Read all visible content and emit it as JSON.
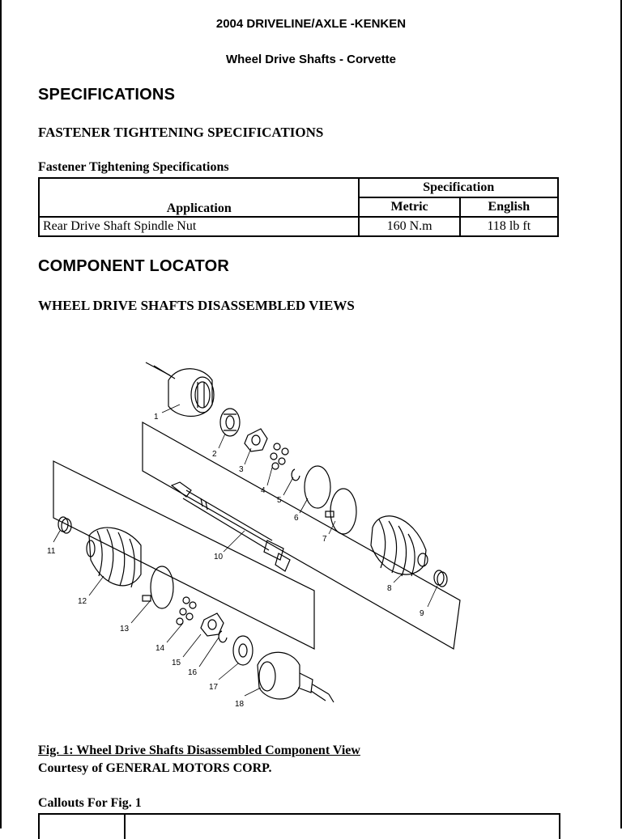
{
  "header": {
    "title": "2004 DRIVELINE/AXLE -KENKEN",
    "subtitle": "Wheel Drive Shafts - Corvette"
  },
  "sections": {
    "specifications": "SPECIFICATIONS",
    "fastener_specs_heading": "FASTENER TIGHTENING SPECIFICATIONS",
    "table_caption": "Fastener Tightening Specifications",
    "component_locator": "COMPONENT LOCATOR",
    "disassembled_views": "WHEEL DRIVE SHAFTS DISASSEMBLED VIEWS"
  },
  "spec_table": {
    "col_application": "Application",
    "col_specification": "Specification",
    "col_metric": "Metric",
    "col_english": "English",
    "rows": [
      {
        "application": "Rear Drive Shaft Spindle Nut",
        "metric": "160 N.m",
        "english": "118 lb ft"
      }
    ]
  },
  "figure": {
    "callout_numbers": [
      "1",
      "2",
      "3",
      "4",
      "5",
      "6",
      "7",
      "8",
      "9",
      "10",
      "11",
      "12",
      "13",
      "14",
      "15",
      "16",
      "17",
      "18"
    ],
    "caption": "Fig. 1: Wheel Drive Shafts Disassembled Component View",
    "courtesy": "Courtesy of GENERAL MOTORS CORP."
  },
  "callouts_heading": "Callouts For Fig. 1"
}
